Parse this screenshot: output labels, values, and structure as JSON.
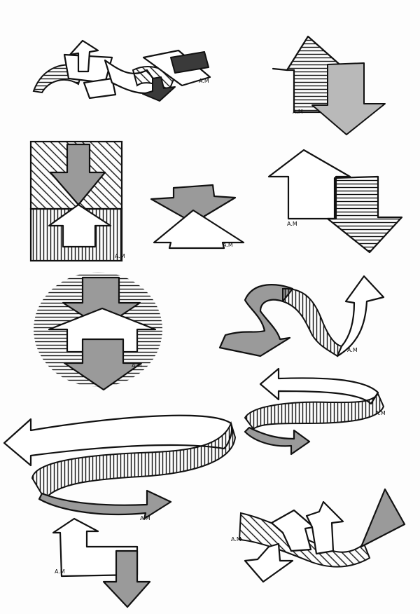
{
  "page": {
    "background": "#ffffff",
    "ink_color": "#111111",
    "shade_color": "#9a9a9a"
  },
  "signature": "A.M",
  "sketches": [
    {
      "id": "s1",
      "subject": "drifting-sheets-arrows"
    },
    {
      "id": "s2",
      "subject": "house-up-arrow-down"
    },
    {
      "id": "s3",
      "subject": "framed-arrows-hatched"
    },
    {
      "id": "s4",
      "subject": "converging-arrows"
    },
    {
      "id": "s5",
      "subject": "house-outline-down-arrow"
    },
    {
      "id": "s6",
      "subject": "ring-arrows"
    },
    {
      "id": "s7",
      "subject": "s-curve-ribbon-arrow"
    },
    {
      "id": "s8",
      "subject": "loop-ribbon-arrow"
    },
    {
      "id": "s9",
      "subject": "large-loop-ribbon-arrow"
    },
    {
      "id": "s10",
      "subject": "step-arrows"
    },
    {
      "id": "s11",
      "subject": "scattered-arrows-ribbon"
    }
  ]
}
